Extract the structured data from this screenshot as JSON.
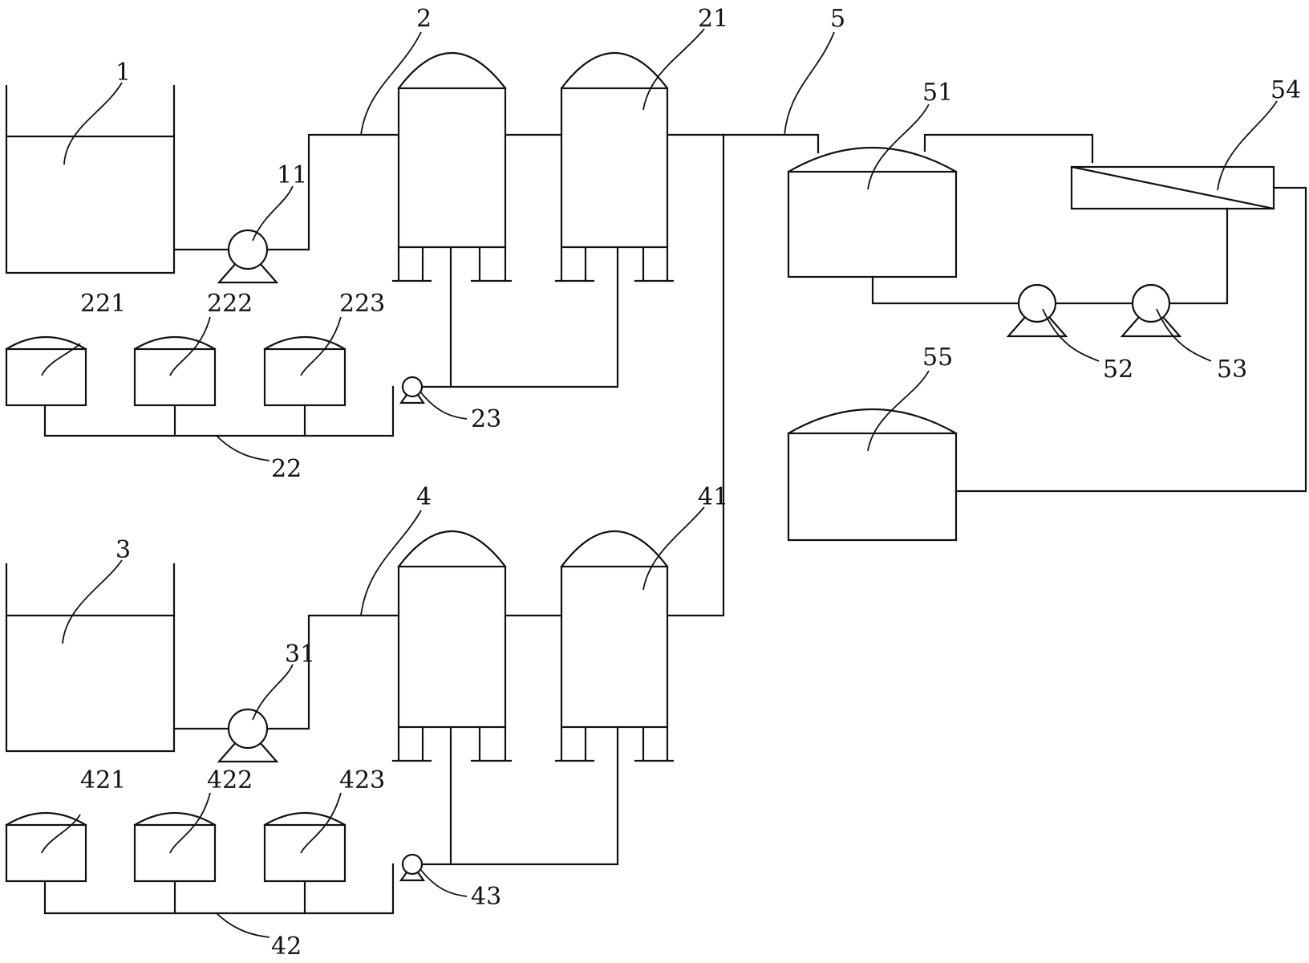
{
  "labels": {
    "l1": "1",
    "l11": "11",
    "l2": "2",
    "l21": "21",
    "l22": "22",
    "l23": "23",
    "l221": "221",
    "l222": "222",
    "l223": "223",
    "l3": "3",
    "l31": "31",
    "l4": "4",
    "l41": "41",
    "l42": "42",
    "l43": "43",
    "l421": "421",
    "l422": "422",
    "l423": "423",
    "l5": "5",
    "l51": "51",
    "l52": "52",
    "l53": "53",
    "l54": "54",
    "l55": "55"
  },
  "colors": {
    "line": "#111111",
    "background": "#ffffff"
  }
}
